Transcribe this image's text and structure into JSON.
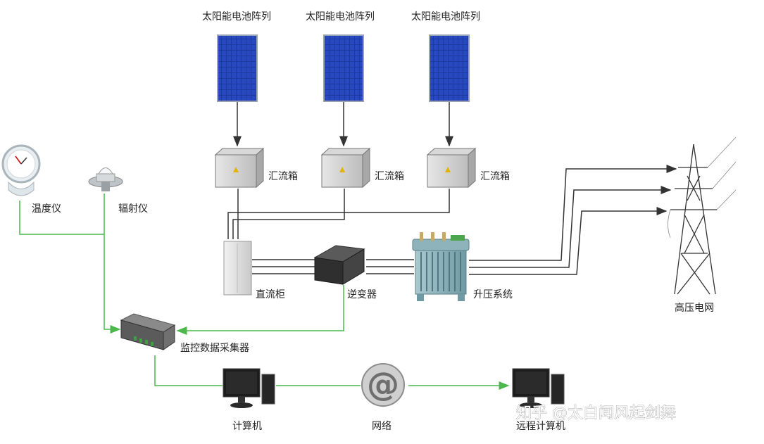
{
  "labels": {
    "solar_array": "太阳能电池阵列",
    "combiner_box": "汇流箱",
    "thermometer": "温度仪",
    "radiometer": "辐射仪",
    "dc_cabinet": "直流柜",
    "inverter": "逆变器",
    "step_up": "升压系统",
    "grid": "高压电网",
    "collector": "监控数据采集器",
    "computer": "计算机",
    "network": "网络",
    "remote_computer": "远程计算机",
    "watermark": "知乎 @太白闻风起剑舞"
  },
  "colors": {
    "panel_blue": "#1d3a9e",
    "power_line": "#333333",
    "signal_line": "#4cb84c"
  }
}
